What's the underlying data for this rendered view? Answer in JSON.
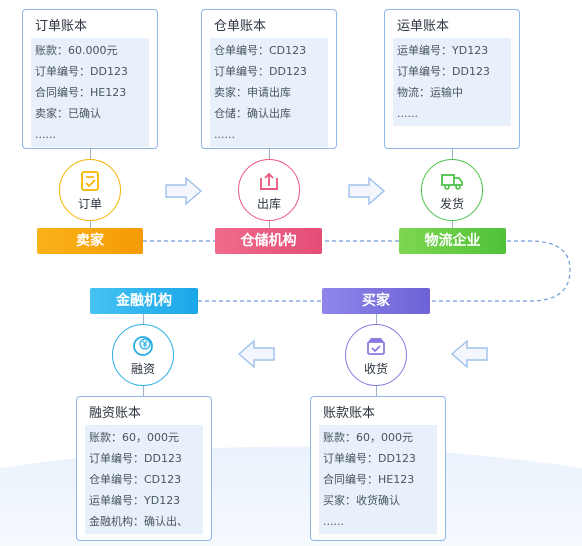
{
  "top_ledgers": [
    {
      "title": "订单账本",
      "rows": [
        "账款：60.000元",
        "订单编号：DD123",
        "合同编号：HE123",
        "卖家：已确认",
        "......"
      ]
    },
    {
      "title": "仓单账本",
      "rows": [
        "仓单编号：CD123",
        "订单编号：DD123",
        "卖家：申请出库",
        "仓储：确认出库",
        "......"
      ]
    },
    {
      "title": "运单账本",
      "rows": [
        "运单编号：YD123",
        "订单编号：DD123",
        "物流：运输中",
        "......"
      ]
    }
  ],
  "bottom_ledgers": [
    {
      "title": "融资账本",
      "rows": [
        "账款：60，000元",
        "订单编号：DD123",
        "仓单编号：CD123",
        "运单编号：YD123",
        "金融机构：确认出、"
      ]
    },
    {
      "title": "账款账本",
      "rows": [
        "账款：60，000元",
        "订单编号：DD123",
        "合同编号：HE123",
        "买家：收货确认",
        "......"
      ]
    }
  ],
  "steps": {
    "order": {
      "label": "订单",
      "icon": "order-check-icon",
      "color": "#f5b400"
    },
    "outbound": {
      "label": "出库",
      "icon": "outbound-box-icon",
      "color": "#e8557a"
    },
    "ship": {
      "label": "发货",
      "icon": "delivery-truck-icon",
      "color": "#4cc24a"
    },
    "finance": {
      "label": "融资",
      "icon": "yen-coin-icon",
      "color": "#29aee6"
    },
    "receive": {
      "label": "收货",
      "icon": "package-check-icon",
      "color": "#8a7be0"
    }
  },
  "roles": {
    "seller": {
      "label": "卖家",
      "color": "#f7a511"
    },
    "warehouse": {
      "label": "仓储机构",
      "color": "#ec5a80"
    },
    "logistics": {
      "label": "物流企业",
      "color": "#62cc3e"
    },
    "financial": {
      "label": "金融机构",
      "color": "#2fb5ee"
    },
    "buyer": {
      "label": "买家",
      "color": "#7c72de"
    }
  }
}
